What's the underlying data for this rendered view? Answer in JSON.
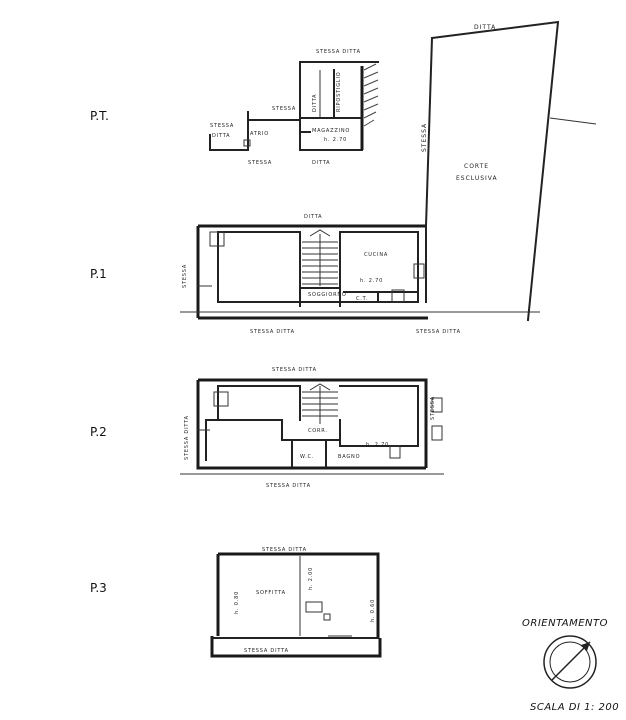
{
  "floors": {
    "pt": {
      "label": "P.T.",
      "stessa_top": "STESSA DITTA",
      "stessa_mid": "STESSA",
      "stessa_ditta_left_1": "STESSA",
      "stessa_ditta_left_2": "DITTA",
      "atrio": "ATRIO",
      "ditta_v": "DITTA",
      "ripostiglio": "RIPOSTIGLIO",
      "magazzino": "MAGAZZINO",
      "height": "h. 2.70",
      "stessa_bottom": "STESSA",
      "ditta_bottom": "DITTA",
      "stessa_v": "STESSA"
    },
    "p1": {
      "label": "P.1",
      "ditta_top": "DITTA",
      "cucina": "CUCINA",
      "height": "h. 2.70",
      "soggiorno": "SOGGIORNO",
      "ct": "C.T.",
      "stessa_left": "STESSA",
      "stessa_ditta_bottom": "STESSA    DITTA",
      "stessa_ditta_right": "STESSA    DITTA"
    },
    "p2": {
      "label": "P.2",
      "stessa_ditta_top": "STESSA   DITTA",
      "stessa_ditta_left": "STESSA   DITTA",
      "corr": "CORR.",
      "height": "h. 2.70",
      "wc": "W.C.",
      "bagno": "BAGNO",
      "stessa_right": "STESSA",
      "stessa_ditta_bottom": "STESSA   DITTA"
    },
    "p3": {
      "label": "P.3",
      "stessa_ditta_top": "STESSA   DITTA",
      "soffitta": "SOFFITTA",
      "height_left": "h. 0.80",
      "height_mid": "h. 2.00",
      "height_right": "h. 0.60",
      "stessa_ditta_bottom": "STESSA      DITTA"
    }
  },
  "ditta_top_right": "DITTA",
  "stessa_right_vertical": "STESSA",
  "corte": "CORTE",
  "esclusiva": "ESCLUSIVA",
  "orientation": "ORIENTAMENTO",
  "scale": "SCALA DI 1: 200"
}
